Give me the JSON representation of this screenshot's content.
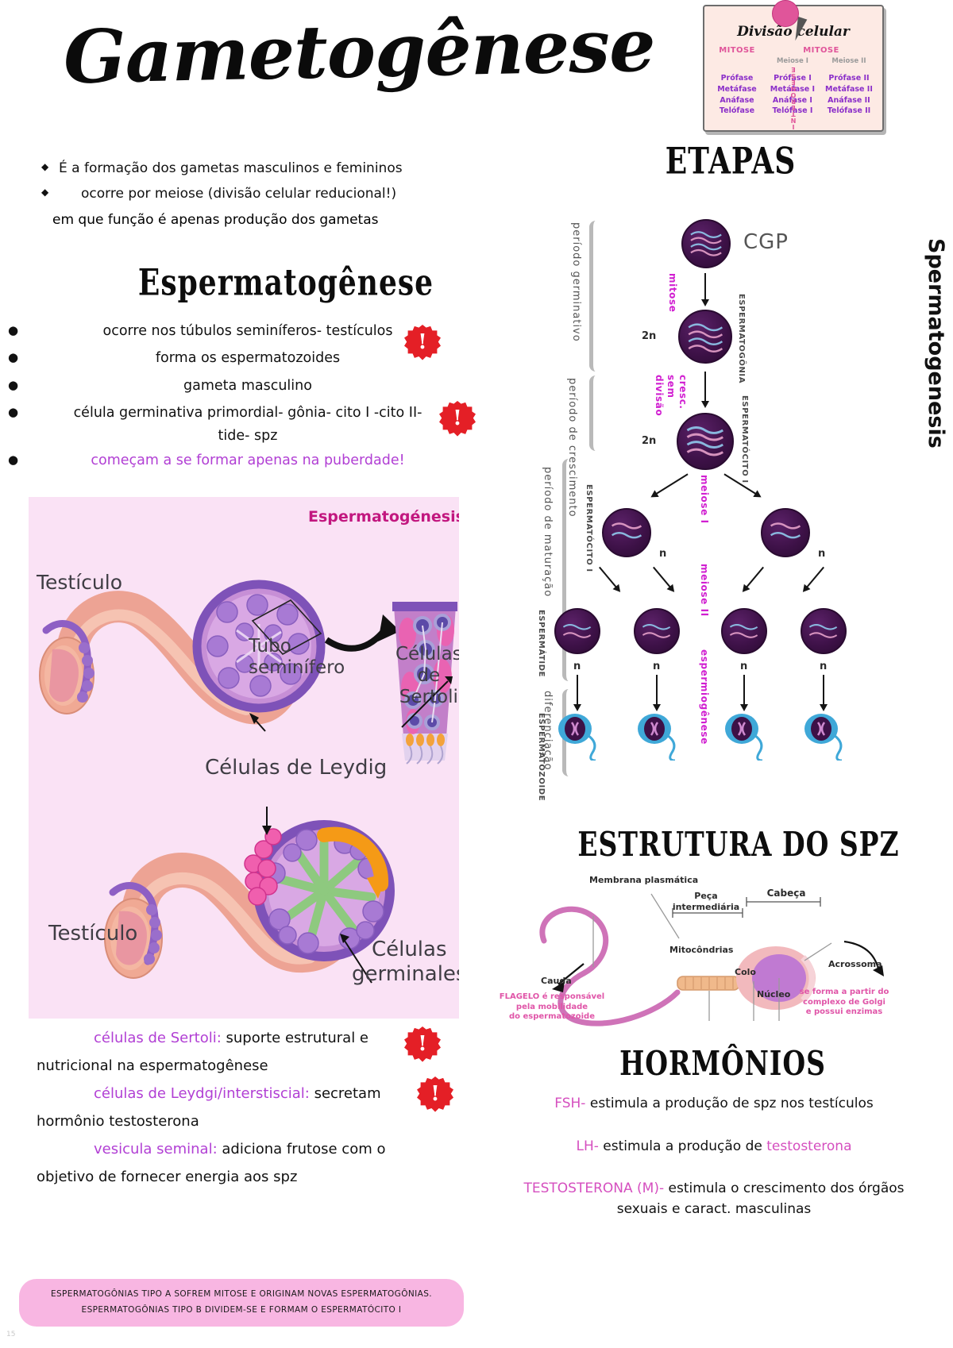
{
  "title": "Gametogênese",
  "sticky_note": {
    "title": "Divisão celular",
    "col1_header": "MITOSE",
    "col2_header": "MITOSE",
    "sub_meiose_1": "Meiose I",
    "sub_meiose_2": "Meiose II",
    "interonese": "INTERONESE",
    "mitose_phases": [
      "Prófase",
      "Metáfase",
      "Anáfase",
      "Telófase"
    ],
    "meiose1_phases": [
      "Prófase I",
      "Metáfase I",
      "Anáfase I",
      "Telófase I"
    ],
    "meiose2_phases": [
      "Prófase II",
      "Metáfase II",
      "Anáfase II",
      "Telófase II"
    ]
  },
  "intro": {
    "bullet1": "É a formação dos gametas masculinos e femininos",
    "bullet2": "ocorre por meiose (divisão celular reducional!)",
    "continuation": "em que função é apenas  produção dos gametas"
  },
  "espermatogenese": {
    "heading": "Espermatogênese",
    "items": [
      "ocorre nos túbulos seminíferos- testículos",
      "forma os espermatozoides",
      "gameta masculino",
      "célula germinativa primordial- gônia- cito I -cito II-"
    ],
    "item4_cont": "tide- spz",
    "highlight": "começam a se formar apenas na puberdade!",
    "badge": "!"
  },
  "illustration": {
    "title": "Espermatogénesis",
    "testiculo_1": "Testículo",
    "tubo_seminifero": "Tubo\nseminífero",
    "celulas_sertoli": "Células\nde\nSertoli",
    "celulas_leydig": "Células de Leydig",
    "testiculo_2": "Testículo",
    "celulas_germinales": "Células\ngerminales"
  },
  "notes": {
    "line1_key": "células de Sertoli:",
    "line1_val": " suporte estrutural e",
    "line2": "nutricional na espermatogênese",
    "line3_key": "células de Leydgi/interstiscial:",
    "line3_val": " secretam",
    "line4": "hormônio   testosterona",
    "line5_key": "vesicula seminal:",
    "line5_val": " adiciona frutose com o",
    "line6": "objetivo de fornecer energia aos spz"
  },
  "footer_banner": {
    "line1": "ESPERMATOGÔNIAS  TIPO A SOFREM MITOSE E ORIGINAM NOVAS ESPERMATOGÔNIAS.",
    "line2": "ESPERMATOGÔNIAS TIPO B DIVIDEM-SE E FORMAM O ESPERMATÓCITO I"
  },
  "etapas": {
    "heading": "ETAPAS",
    "side_title": "Spermatogenesis",
    "cgp": "CGP",
    "periods": [
      "período germinativo",
      "período de crescimento",
      "período de maturação",
      "diferenciação"
    ],
    "cell_labels": [
      "ESPERMATOGÔNIA",
      "ESPERMATÓCITO I",
      "ESPERMATÓCITO I",
      "ESPERMÁTIDE",
      "ESPERMATOZOIDE"
    ],
    "process_labels": {
      "mitose": "mitose",
      "cresc": "cresc.",
      "sem": "sem",
      "divisao": "divisão",
      "meiose1": "meiose I",
      "meiose2": "meiose II",
      "espermiogenese": "espermiogênese"
    },
    "ploidy": {
      "diploid": "2n",
      "haploid": "n"
    }
  },
  "spz_structure": {
    "heading": "ESTRUTURA DO SPZ",
    "membrana": "Membrana plasmática",
    "peca": "Peça\nintermediária",
    "cabeca": "Cabeça",
    "mitocondrias": "Mitocôndrias",
    "colo": "Colo",
    "acrossoma": "Acrossoma",
    "nucleo": "Núcleo",
    "cauda": "Cauda",
    "flagelo_note": "FLAGELO é responsável\npela mobilidade\ndo espermatozoide",
    "acrossoma_note": "se forma a partir do\ncomplexo de Golgi\ne possui enzimas"
  },
  "hormonios": {
    "heading": "HORMÔNIOS",
    "fsh_key": "FSH-",
    "fsh_val": " estimula a produção de spz nos testículos",
    "lh_key": "LH-",
    "lh_val": " estimula a produção de ",
    "lh_val2": "testosterona",
    "testo_key": "TESTOSTERONA (M)-",
    "testo_val": " estimula o crescimento dos órgãos",
    "testo_val2": "sexuais e caract. masculinas"
  },
  "page_number": "15",
  "colors": {
    "accent_purple": "#b13fd4",
    "pink_panel": "#fae2f5",
    "pink_banner": "#f8b6e2",
    "note_bg": "#fdeae4",
    "red_badge": "#e41f26",
    "magenta": "#d11fd1"
  }
}
